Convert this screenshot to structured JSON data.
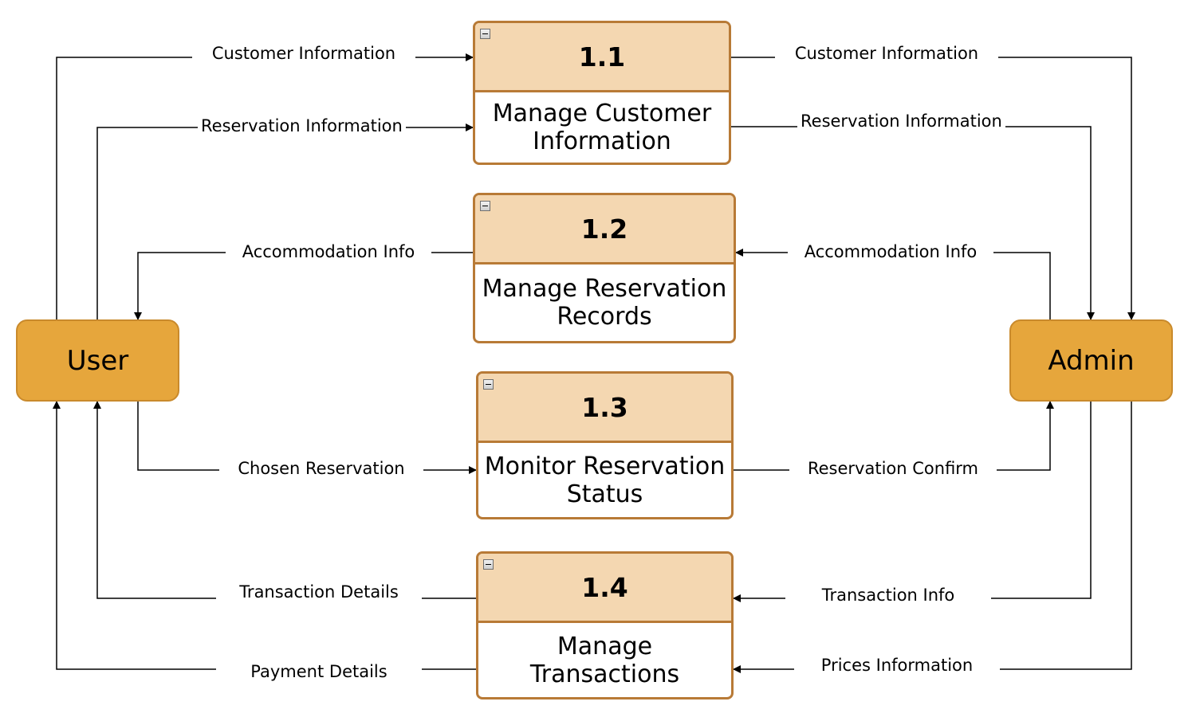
{
  "entities": {
    "user": "User",
    "admin": "Admin"
  },
  "processes": [
    {
      "number": "1.1",
      "name": "Manage Customer Information"
    },
    {
      "number": "1.2",
      "name": "Manage Reservation Records"
    },
    {
      "number": "1.3",
      "name": "Monitor Reservation Status"
    },
    {
      "number": "1.4",
      "name": "Manage Transactions"
    }
  ],
  "flows": {
    "user_to_p1_customer": "Customer Information",
    "user_to_p1_reservation": "Reservation Information",
    "p1_to_admin_customer": "Customer Information",
    "p1_to_admin_reservation": "Reservation Information",
    "p2_to_user_accommodation": "Accommodation Info",
    "admin_to_p2_accommodation": "Accommodation Info",
    "user_to_p3_chosen": "Chosen Reservation",
    "p3_to_admin_confirm": "Reservation Confirm",
    "p4_to_user_transaction": "Transaction Details",
    "p4_to_user_payment": "Payment Details",
    "admin_to_p4_transaction": "Transaction Info",
    "admin_to_p4_prices": "Prices Information"
  },
  "colors": {
    "entity_fill": "#e6a63c",
    "process_header_fill": "#f4d7b1",
    "process_border": "#b87a36"
  }
}
